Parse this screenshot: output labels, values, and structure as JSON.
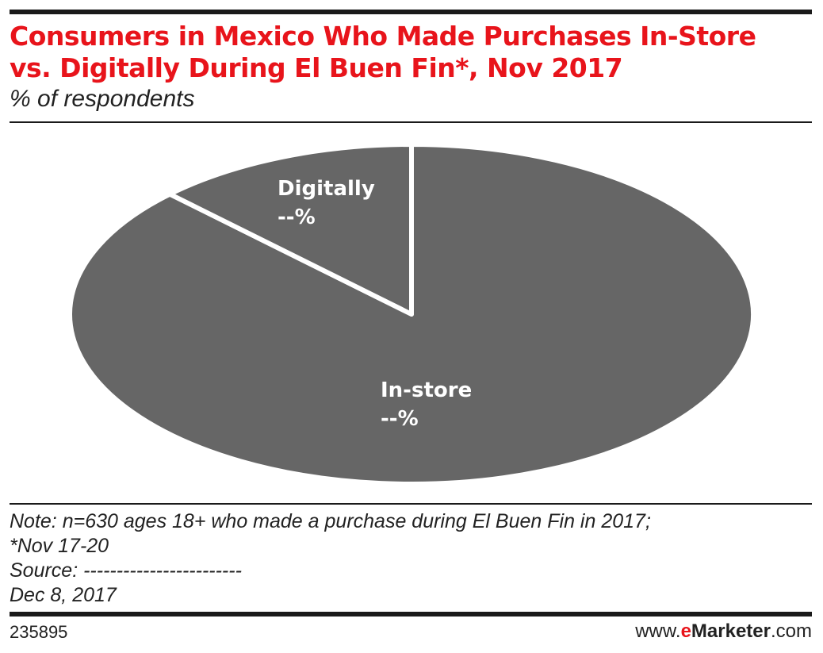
{
  "title_line1": "Consumers in Mexico Who Made Purchases In-Store",
  "title_line2": "vs. Digitally During El Buen Fin*, Nov 2017",
  "subtitle": "% of respondents",
  "chart_data": {
    "type": "pie",
    "title": "Consumers in Mexico Who Made Purchases In-Store vs. Digitally During El Buen Fin*, Nov 2017",
    "subtitle": "% of respondents",
    "slices": [
      {
        "label": "In-store",
        "value_label": "--%",
        "value": 87.5
      },
      {
        "label": "Digitally",
        "value_label": "--%",
        "value": 12.5
      }
    ],
    "colors": {
      "slice": "#666666",
      "separator": "#ffffff"
    }
  },
  "notes": {
    "line1": "Note: n=630 ages 18+ who made a purchase during El Buen Fin in 2017;",
    "line2": "*Nov 17-20",
    "line3": "Source: ------------------------",
    "line4": "Dec 8, 2017"
  },
  "footer": {
    "chart_id": "235895",
    "brand_prefix": "www.",
    "brand_e": "e",
    "brand_main": "Marketer",
    "brand_suffix": ".com"
  },
  "colors": {
    "accent": "#e8141b",
    "rule": "#1a1a1a",
    "text": "#222222"
  }
}
